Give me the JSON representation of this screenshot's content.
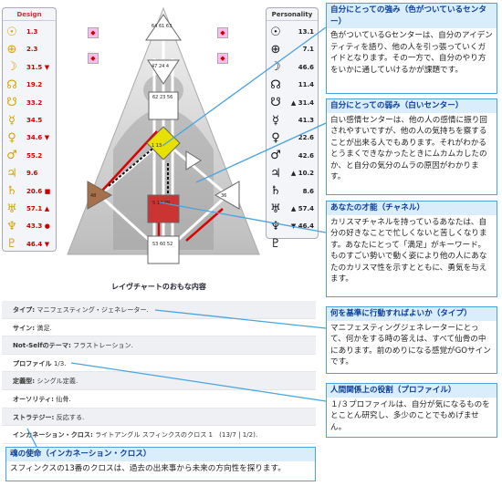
{
  "design": {
    "title": "Design",
    "rows": [
      {
        "sym": "☉",
        "val": "1.3"
      },
      {
        "sym": "⊕",
        "val": "2.3"
      },
      {
        "sym": "☽",
        "val": "31.5 ▼"
      },
      {
        "sym": "☊",
        "val": "19.2"
      },
      {
        "sym": "☋",
        "val": "33.2"
      },
      {
        "sym": "☿",
        "val": "34.5"
      },
      {
        "sym": "♀",
        "val": "34.6 ▼"
      },
      {
        "sym": "♂",
        "val": "55.2"
      },
      {
        "sym": "♃",
        "val": "9.6"
      },
      {
        "sym": "♄",
        "val": "20.6 ■"
      },
      {
        "sym": "♅",
        "val": "57.1 ▲"
      },
      {
        "sym": "♆",
        "val": "43.3 ●"
      },
      {
        "sym": "♇",
        "val": "46.4 ▼"
      }
    ]
  },
  "personality": {
    "title": "Personality",
    "rows": [
      {
        "sym": "☉",
        "val": "13.1"
      },
      {
        "sym": "⊕",
        "val": "7.1"
      },
      {
        "sym": "☽",
        "val": "46.6"
      },
      {
        "sym": "☊",
        "val": "11.4"
      },
      {
        "sym": "☋",
        "val": "▲ 31.4"
      },
      {
        "sym": "☿",
        "val": "41.3"
      },
      {
        "sym": "♀",
        "val": "22.6"
      },
      {
        "sym": "♂",
        "val": "42.6"
      },
      {
        "sym": "♃",
        "val": "▲ 10.2"
      },
      {
        "sym": "♄",
        "val": "8.6"
      },
      {
        "sym": "♅",
        "val": "▲ 57.4"
      },
      {
        "sym": "♆",
        "val": "▼ 46.4"
      },
      {
        "sym": "♇",
        "val": ""
      }
    ]
  },
  "caption": "レイヴチャートのおもな内容",
  "summary": [
    {
      "k": "タイプ:",
      "v": "マニフェスティング・ジェネレーター."
    },
    {
      "k": "サイン:",
      "v": "満足."
    },
    {
      "k": "Not-Selfのテーマ:",
      "v": "フラストレーション."
    },
    {
      "k": "プロファイル",
      "v": "1/3."
    },
    {
      "k": "定義型:",
      "v": "シングル定義."
    },
    {
      "k": "オーソリティ:",
      "v": "仙骨."
    },
    {
      "k": "ストラテジー:",
      "v": "反応する."
    },
    {
      "k": "インカネーション・クロス:",
      "v": "ライトアングル スフィンクスのクロス 1　(13/7 | 1/2)."
    }
  ],
  "callouts": {
    "strong": {
      "title": "自分にとっての強み（色がついているセンター）",
      "body": "色がついているGセンターは、自分のアイデンティティを語り、他の人を引っ張っていくガイドとなります。その一方で、自分のやり方をいかに通していけるかが課題です。"
    },
    "weak": {
      "title": "自分にとっての弱み（白いセンター）",
      "body": "白い感情センターは、他の人の感情に振り回されやすいですが、他の人の気持ちを察することが出来る人でもあります。それがわかるとうまくできなかったときにムカムカしたのか、と自分の気分のムラの原因がわかります。"
    },
    "talent": {
      "title": "あなたの才能（チャネル）",
      "body": "カリスマチャネルを持っているあなたは、自分の好きなことで忙しくないと苦しくなります。あなたにとって「満足」がキーワード。ものすごい勢いで動く姿により他の人にあなたのカリスマ性を示すとともに、勇気を与えます。"
    },
    "type": {
      "title": "何を基準に行動すればよいか（タイプ）",
      "body": "マニフェスティングジェネレーターにとって、何かをする時の答えは、すべて仙骨の中にあります。前のめりになる感覚がGOサインです。"
    },
    "profile": {
      "title": "人間関係上の役割（プロファイル）",
      "body": "１/３プロファイルは、自分が気になるものをとことん研究し、多少のことでもめげません。"
    },
    "cross": {
      "title": "魂の使命（インカネーション・クロス）",
      "body": "スフィンクスの13番のクロスは、過去の出来事から未来の方向性を探ります。"
    }
  },
  "colors": {
    "accent": "#49a3e0",
    "title": "#0a3e9e",
    "defined_g": "#e8e000",
    "defined_sacral": "#cc3333",
    "defined_spleen": "#b08860",
    "defined_throat": "#a6714a"
  }
}
